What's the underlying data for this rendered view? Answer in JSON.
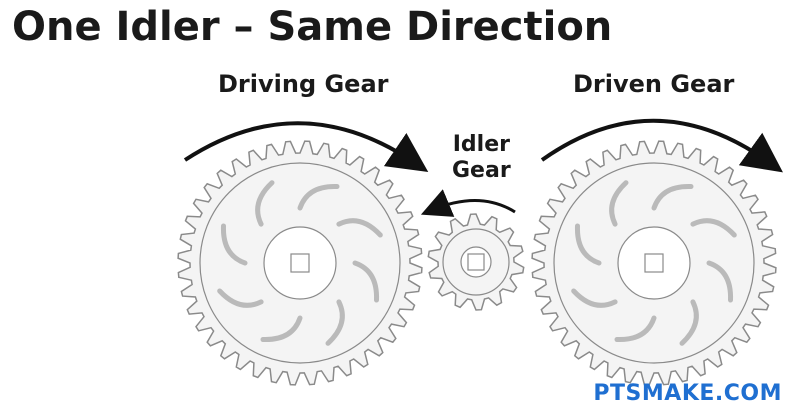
{
  "title": "One Idler – Same Direction",
  "labels": {
    "driving": "Driving Gear",
    "driven": "Driven Gear",
    "idler_line1": "Idler",
    "idler_line2": "Gear"
  },
  "watermark": "PTSMAKE.COM",
  "colors": {
    "gear_stroke": "#8a8a8a",
    "gear_fill": "#f4f4f4",
    "arrow": "#111111",
    "watermark": "#1f6fd1"
  }
}
